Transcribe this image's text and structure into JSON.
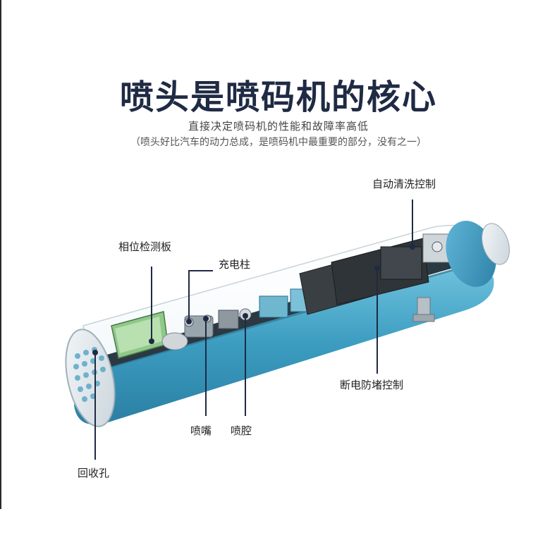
{
  "header": {
    "title": "喷头是喷码机的核心",
    "subtitle": "直接决定喷码机的性能和故障率高低",
    "note": "（喷头好比汽车的动力总成，是喷码机中最重要的部分，没有之一）"
  },
  "labels": {
    "auto_clean": "自动清洗控制",
    "phase_board": "相位检测板",
    "charge_post": "充电柱",
    "anti_clog": "断电防堵控制",
    "nozzle": "喷嘴",
    "cavity": "喷腔",
    "recovery_hole": "回收孔"
  }
}
